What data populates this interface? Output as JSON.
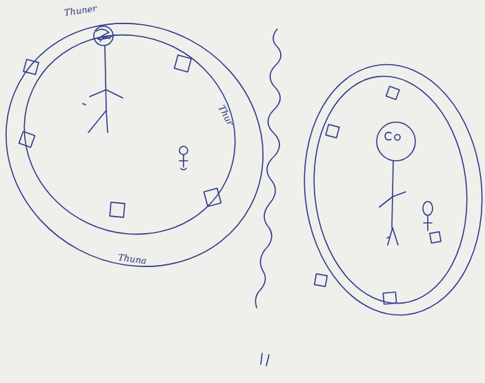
{
  "diagram": {
    "labels": [
      "Thuner",
      "Thur",
      "Thuna"
    ]
  }
}
